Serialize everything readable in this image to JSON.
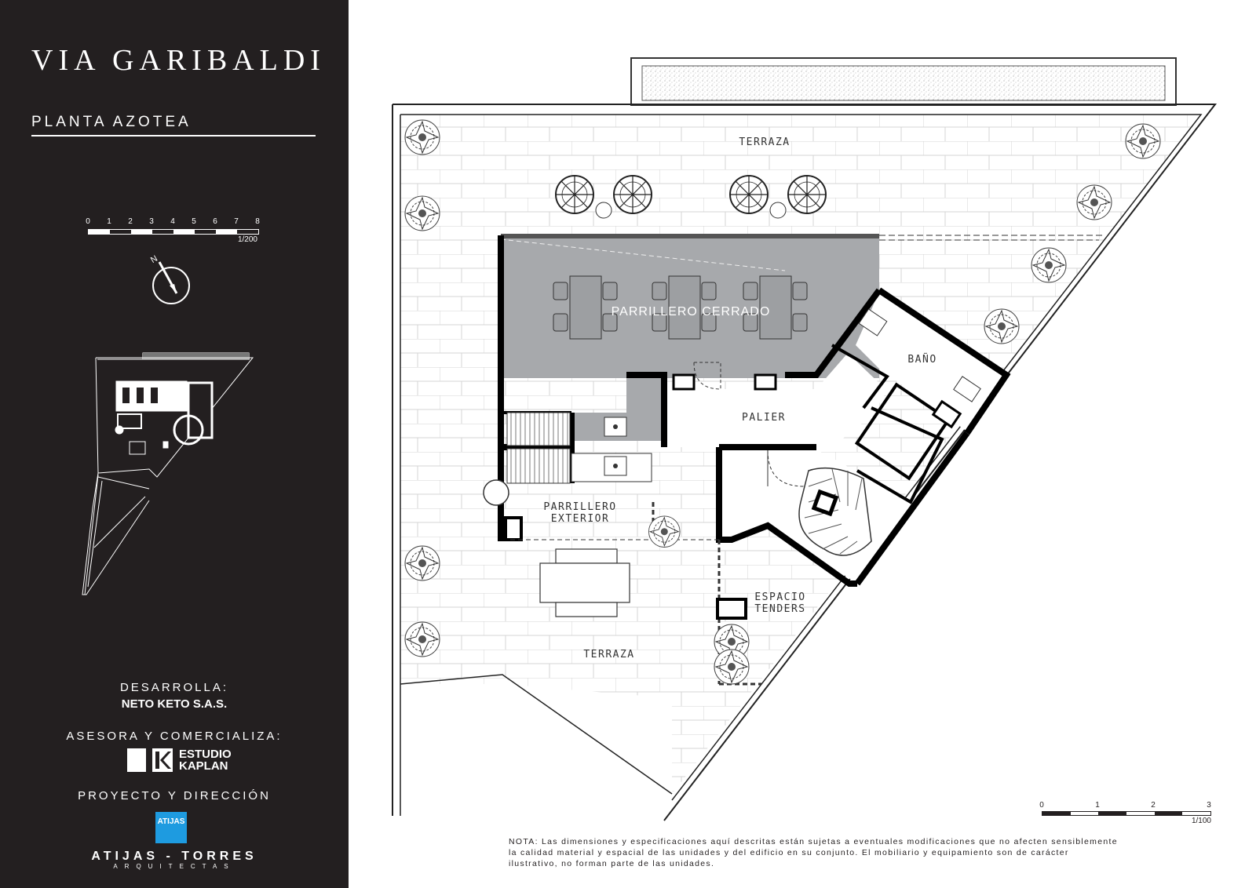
{
  "header": {
    "title": "VIA GARIBALDI",
    "subtitle": "PLANTA AZOTEA"
  },
  "scale_small": {
    "ticks": [
      "0",
      "1",
      "2",
      "3",
      "4",
      "5",
      "6",
      "7",
      "8"
    ],
    "ratio": "1/200"
  },
  "compass": {
    "label": "N"
  },
  "credits": {
    "develops_label": "DESARROLLA:",
    "developer": "NETO KETO S.A.S.",
    "advises_label": "ASESORA Y COMERCIALIZA:",
    "advisor": "ESTUDIO\nKAPLAN",
    "project_label": "PROYECTO Y DIRECCIÓN",
    "architect_logo": "ATIJAS",
    "architect_name": "ATIJAS - TORRES",
    "architect_sub": "ARQUITECTAS"
  },
  "rooms": {
    "terrace_top": "TERRAZA",
    "closed_grill": "PARRILLERO CERRADO",
    "bathroom": "BAÑO",
    "landing": "PALIER",
    "outdoor_grill_1": "PARRILLERO",
    "outdoor_grill_2": "EXTERIOR",
    "laundry_1": "ESPACIO",
    "laundry_2": "TENDERS",
    "terrace_bottom": "TERRAZA"
  },
  "scale_big": {
    "ticks": [
      "0",
      "1",
      "2",
      "3"
    ],
    "ratio": "1/100"
  },
  "note": "NOTA: Las dimensiones y especificaciones aquí descritas están sujetas a eventuales modificaciones que no afecten sensiblemente la calidad material y espacial de las unidades y del edificio en su conjunto. El mobiliario y equipamiento son de carácter ilustrativo, no forman parte de las unidades.",
  "colors": {
    "sidebar_bg": "#231f20",
    "closed_room_fill": "#a7a9ac",
    "wall": "#000000",
    "architect_blue": "#1e9be0"
  }
}
